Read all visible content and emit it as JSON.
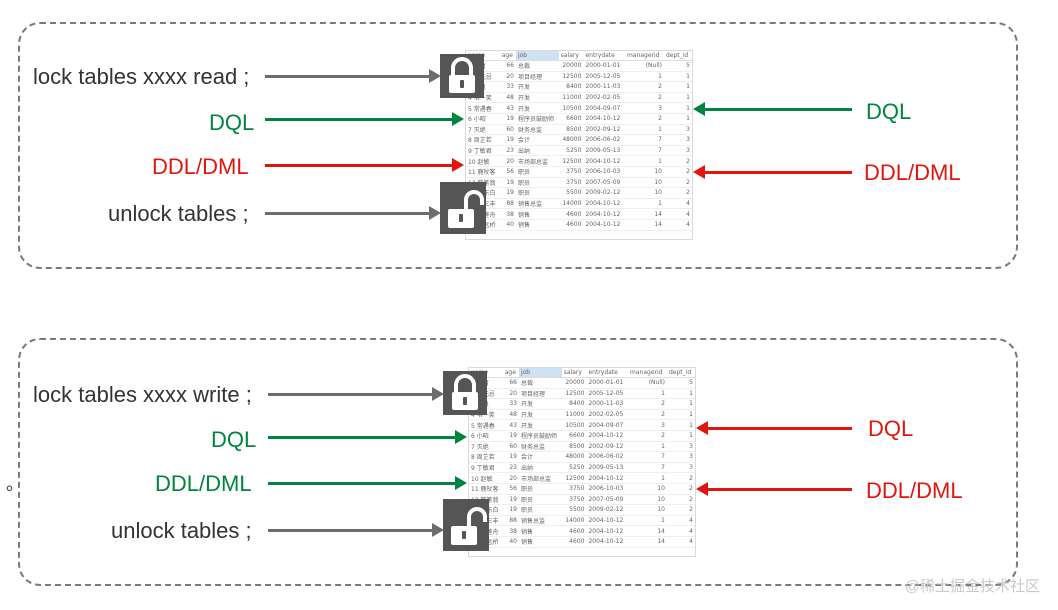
{
  "top": {
    "lock_cmd": "lock tables xxxx read ;",
    "dql_left": "DQL",
    "ddl_left": "DDL/DML",
    "unlock_cmd": "unlock tables ;",
    "dql_right": "DQL",
    "ddl_right": "DDL/DML"
  },
  "bottom": {
    "lock_cmd": "lock tables xxxx write ;",
    "dql_left": "DQL",
    "ddl_left": "DDL/DML",
    "unlock_cmd": "unlock tables ;",
    "dql_right": "DQL",
    "ddl_right": "DDL/DML"
  },
  "stray_mark": "。",
  "watermark": "@稀土掘金技术社区",
  "table_headers": [
    "name",
    "age",
    "job",
    "salary",
    "entrydate",
    "managerid",
    "dept_id"
  ],
  "table_rows": [
    [
      "1 金庸",
      "66",
      "总裁",
      "20000",
      "2000-01-01",
      "(Null)",
      "5"
    ],
    [
      "2 张无忌",
      "20",
      "项目经理",
      "12500",
      "2005-12-05",
      "1",
      "1"
    ],
    [
      "3 杨逍",
      "33",
      "开发",
      "8400",
      "2000-11-03",
      "2",
      "1"
    ],
    [
      "4 韦一笑",
      "48",
      "开发",
      "11000",
      "2002-02-05",
      "2",
      "1"
    ],
    [
      "5 常遇春",
      "43",
      "开发",
      "10500",
      "2004-09-07",
      "3",
      "1"
    ],
    [
      "6 小昭",
      "19",
      "程序员鼓励师",
      "6600",
      "2004-10-12",
      "2",
      "1"
    ],
    [
      "7 灭绝",
      "60",
      "财务总监",
      "8500",
      "2002-09-12",
      "1",
      "3"
    ],
    [
      "8 周芷若",
      "19",
      "会计",
      "48000",
      "2006-06-02",
      "7",
      "3"
    ],
    [
      "9 丁敏君",
      "23",
      "出纳",
      "5250",
      "2009-05-13",
      "7",
      "3"
    ],
    [
      "10 赵敏",
      "20",
      "市场部总监",
      "12500",
      "2004-10-12",
      "1",
      "2"
    ],
    [
      "11 鹿杖客",
      "56",
      "职员",
      "3750",
      "2006-10-03",
      "10",
      "2"
    ],
    [
      "12 鹤笔翁",
      "19",
      "职员",
      "3750",
      "2007-05-09",
      "10",
      "2"
    ],
    [
      "13 方东白",
      "19",
      "职员",
      "5500",
      "2009-02-12",
      "10",
      "2"
    ],
    [
      "14 张三丰",
      "88",
      "销售总监",
      "14000",
      "2004-10-12",
      "1",
      "4"
    ],
    [
      "15 俞莲舟",
      "38",
      "销售",
      "4600",
      "2004-10-12",
      "14",
      "4"
    ],
    [
      "16 宋远桥",
      "40",
      "销售",
      "4600",
      "2004-10-12",
      "14",
      "4"
    ]
  ],
  "colors": {
    "green": "#00843f",
    "red": "#e0150f",
    "gray": "#6d6d6d"
  },
  "icons": [
    "lock-closed-icon",
    "lock-open-icon"
  ]
}
